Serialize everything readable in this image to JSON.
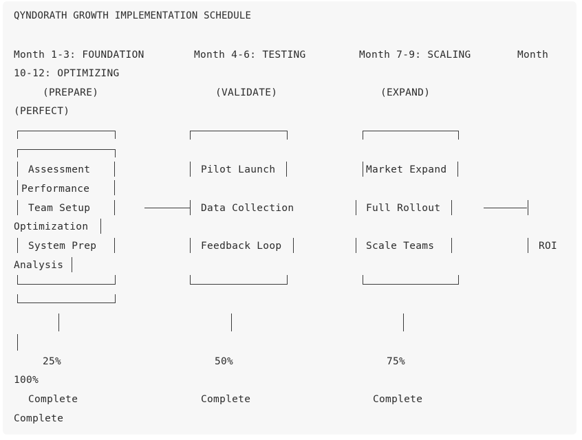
{
  "title": "QYNDORATH GROWTH IMPLEMENTATION SCHEDULE",
  "phases": [
    {
      "header": "Month 1-3: FOUNDATION",
      "subtitle": "(PREPARE)",
      "tasks": [
        "Assessment",
        "Team Setup",
        "System Prep"
      ],
      "progress": "25%",
      "status": "Complete"
    },
    {
      "header": "Month 4-6: TESTING",
      "subtitle": "(VALIDATE)",
      "tasks": [
        "Pilot Launch",
        "Data Collection",
        "Feedback Loop"
      ],
      "progress": "50%",
      "status": "Complete"
    },
    {
      "header": "Month 7-9: SCALING",
      "subtitle": "(EXPAND)",
      "tasks": [
        "Market Expand",
        "Full Rollout",
        "Scale Teams"
      ],
      "progress": "75%",
      "status": "Complete"
    },
    {
      "header_part1": "Month",
      "header_part2": "10-12: OPTIMIZING",
      "subtitle": "(PERFECT)",
      "tasks": [
        "Performance",
        "Optimization",
        "ROI",
        "Analysis"
      ],
      "progress": "100%",
      "status": "Complete"
    }
  ]
}
